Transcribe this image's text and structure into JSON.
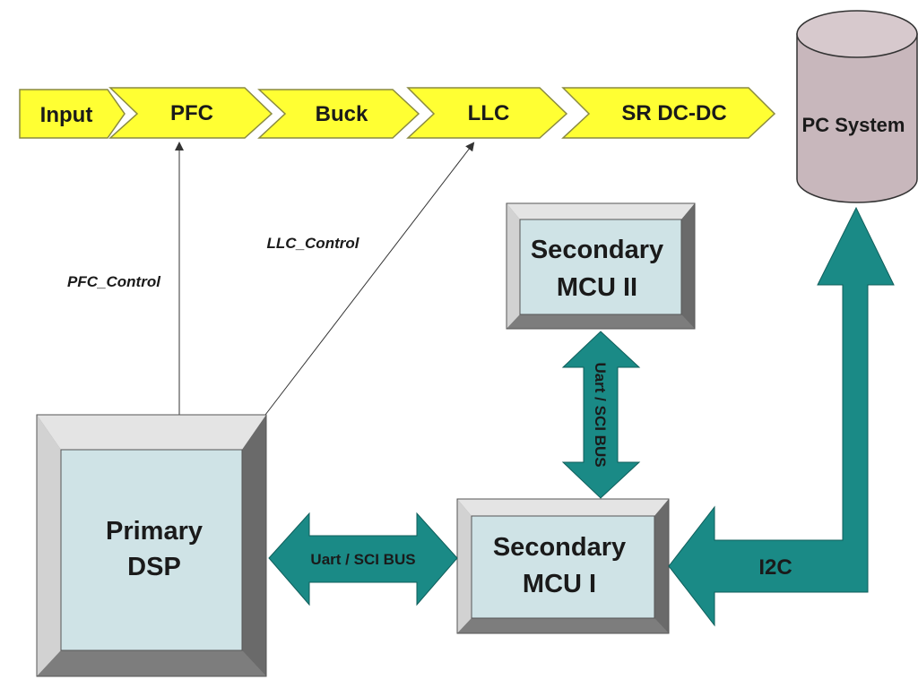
{
  "pipeline": {
    "stages": [
      "Input",
      "PFC",
      "Buck",
      "LLC",
      "SR DC-DC"
    ]
  },
  "pc_system": {
    "label": "PC System"
  },
  "controls": {
    "pfc": "PFC_Control",
    "llc": "LLC_Control"
  },
  "boxes": {
    "primary": {
      "line1": "Primary",
      "line2": "DSP"
    },
    "secondary_1": {
      "line1": "Secondary",
      "line2": "MCU I"
    },
    "secondary_2": {
      "line1": "Secondary",
      "line2": "MCU II"
    }
  },
  "buses": {
    "horizontal": "Uart / SCI BUS",
    "vertical": "Uart / SCI BUS",
    "i2c": "I2C"
  },
  "colors": {
    "stage_fill": "#ffff33",
    "stage_stroke": "#8a8a40",
    "bus_fill": "#1a8a86",
    "box_face": "#cfe3e6",
    "box_bevel_light": "#e6e6e6",
    "box_bevel_dark": "#6f6f6f",
    "cylinder": "#c8b7bc"
  }
}
